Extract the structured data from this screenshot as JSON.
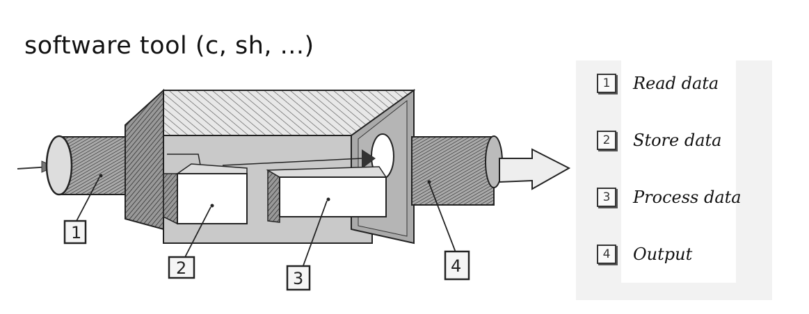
{
  "title": "software tool (c, sh, ...)",
  "diagram_labels": [
    "1",
    "2",
    "3",
    "4"
  ],
  "legend": [
    {
      "num": "1",
      "text": "Read data"
    },
    {
      "num": "2",
      "text": "Store data"
    },
    {
      "num": "3",
      "text": "Process data"
    },
    {
      "num": "4",
      "text": "Output"
    }
  ]
}
